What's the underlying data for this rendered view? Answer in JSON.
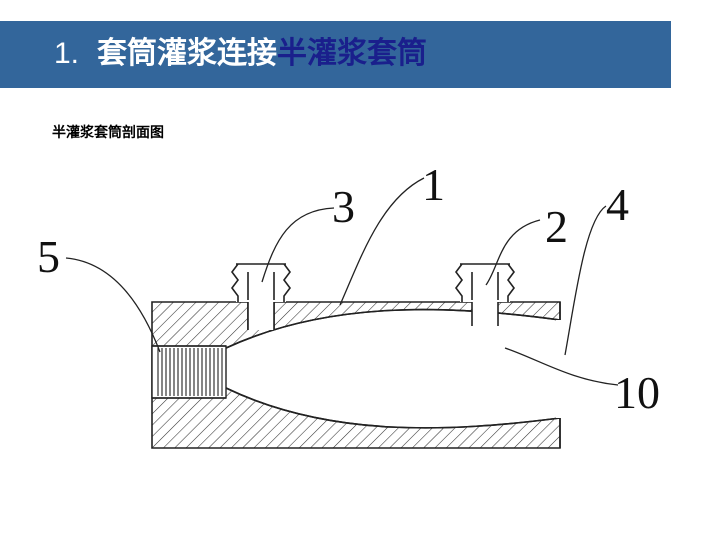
{
  "slide": {
    "number": "1.",
    "title_main": "套筒灌浆连接",
    "title_accent": "半灌浆套筒",
    "subtitle": "半灌浆套筒剖面图"
  },
  "diagram": {
    "labels": {
      "part_1": "1",
      "part_2": "2",
      "part_3": "3",
      "part_4": "4",
      "part_5": "5",
      "part_10": "10"
    }
  },
  "colors": {
    "header_bg": "#33669b",
    "title_text": "#ffffff",
    "title_accent": "#1a1f8c"
  }
}
